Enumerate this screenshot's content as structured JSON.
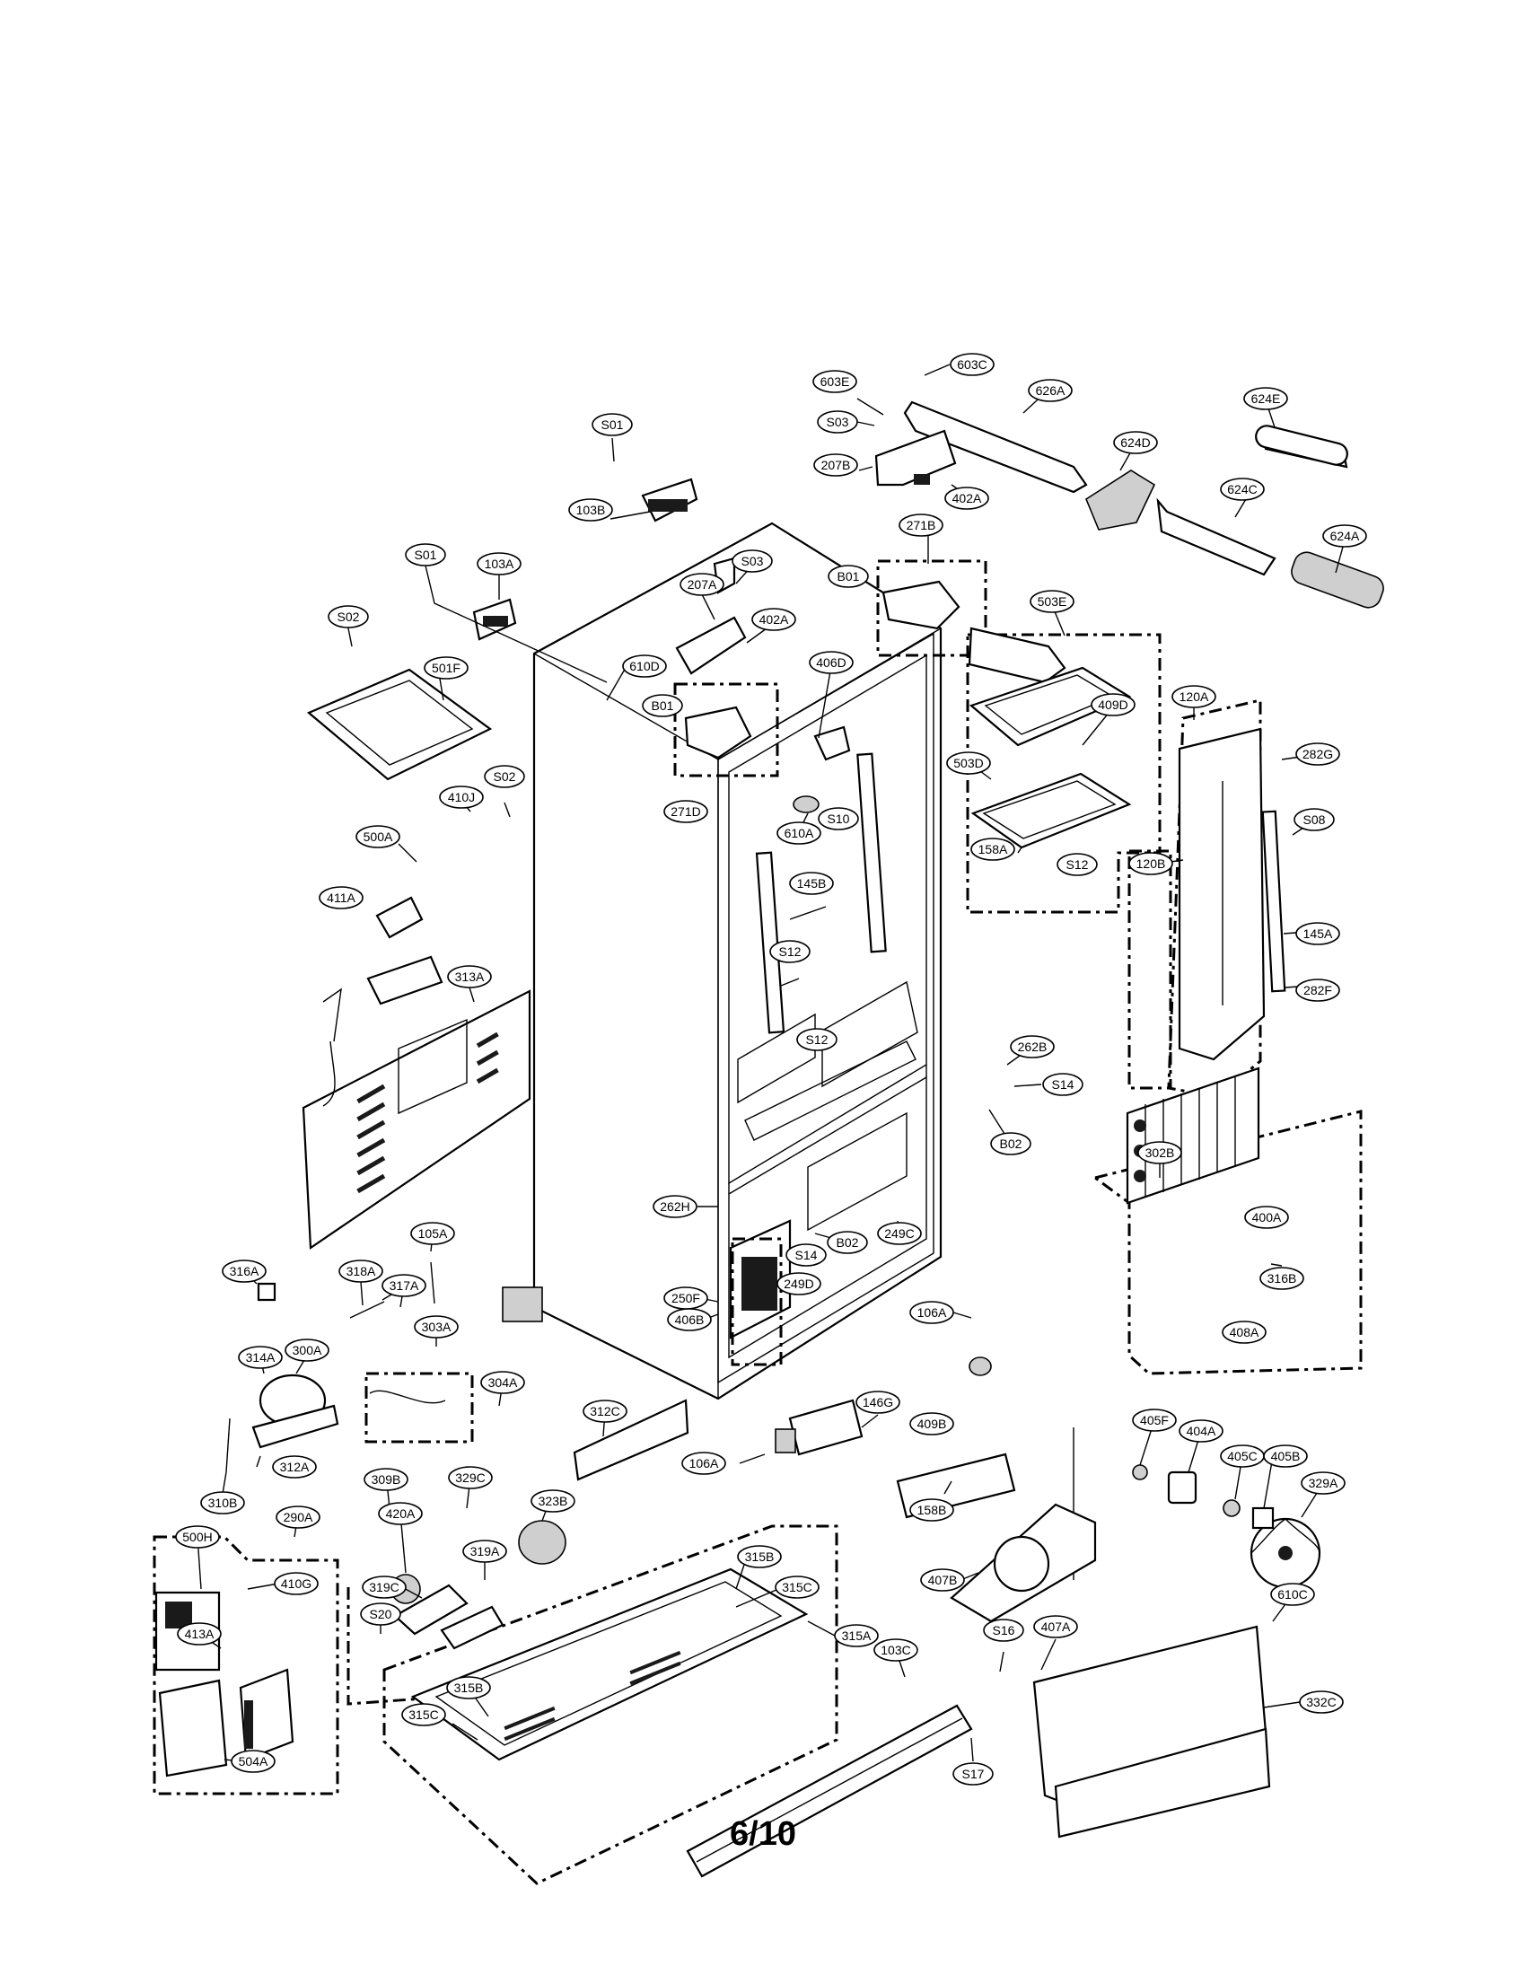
{
  "diagram": {
    "page_number": "6/10",
    "callouts": [
      "603E",
      "603C",
      "626A",
      "624E",
      "S03",
      "624D",
      "207B",
      "402A",
      "624C",
      "S01",
      "103B",
      "624A",
      "271B",
      "S01",
      "103A",
      "S03",
      "207A",
      "B01",
      "503E",
      "S02",
      "402A",
      "610D",
      "406D",
      "501F",
      "B01",
      "120A",
      "409D",
      "282G",
      "503D",
      "S02",
      "410J",
      "S08",
      "271D",
      "610A",
      "S10",
      "500A",
      "158A",
      "S12",
      "120B",
      "145B",
      "411A",
      "S12",
      "145A",
      "313A",
      "S12",
      "282F",
      "262B",
      "S14",
      "B02",
      "302B",
      "262H",
      "400A",
      "249C",
      "B02",
      "105A",
      "S14",
      "316A",
      "318A",
      "317A",
      "250F",
      "249D",
      "316B",
      "406B",
      "408A",
      "106A",
      "303A",
      "314A",
      "300A",
      "304A",
      "312C",
      "146G",
      "409B",
      "405F",
      "404A",
      "312A",
      "106A",
      "405C",
      "405B",
      "329A",
      "310B",
      "309B",
      "329C",
      "323B",
      "158B",
      "290A",
      "420A",
      "500H",
      "319A",
      "315B",
      "407B",
      "410G",
      "319C",
      "315C",
      "S20",
      "413A",
      "315A",
      "S16",
      "407A",
      "610C",
      "103C",
      "332C",
      "315B",
      "315C",
      "504A",
      "S17"
    ]
  }
}
